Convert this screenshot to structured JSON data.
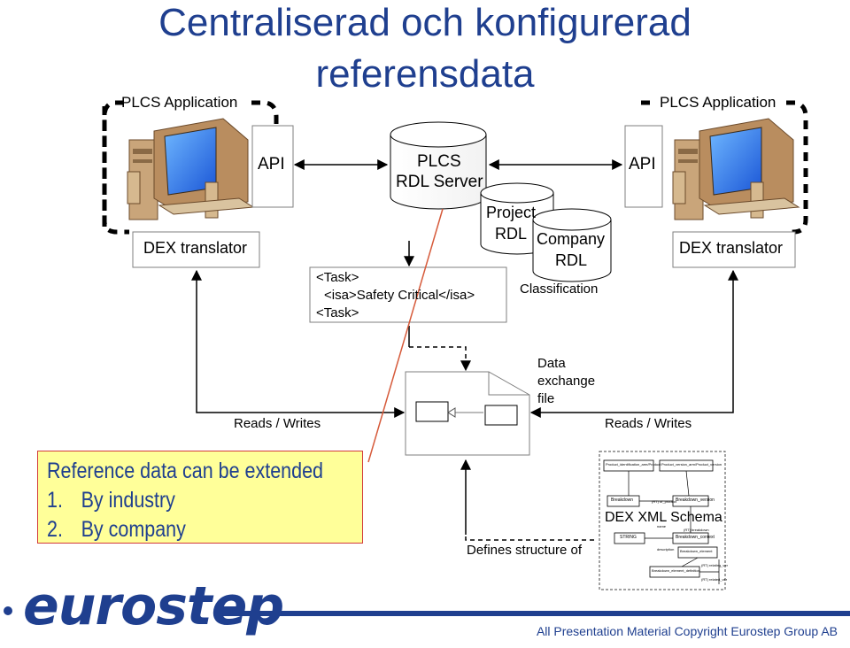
{
  "title": {
    "line1": "Centraliserad och konfigurerad",
    "line2": "referensdata"
  },
  "left_app": {
    "label": "PLCS Application",
    "api": "API",
    "translator": "DEX translator"
  },
  "right_app": {
    "label": "PLCS Application",
    "api": "API",
    "translator": "DEX translator"
  },
  "server": {
    "line1": "PLCS",
    "line2": "RDL Server"
  },
  "project_rdl": {
    "line1": "Project",
    "line2": "RDL"
  },
  "company_rdl": {
    "line1": "Company",
    "line2": "RDL"
  },
  "classification": "Classification",
  "task_box": {
    "line1": "<Task>",
    "line2": "<isa>Safety Critical</isa>",
    "line3": "<Task>"
  },
  "reads_writes_left": "Reads / Writes",
  "reads_writes_right": "Reads / Writes",
  "data_exchange_file": {
    "line1": "Data",
    "line2": "exchange",
    "line3": "file"
  },
  "schema": {
    "title": "DEX XML Schema",
    "nodes": [
      "Product_identification_arm/Product",
      "Product_version_arm/Product_version",
      "Breakdown",
      "Breakdown_version",
      "STRING",
      "Breakdown_context",
      "Breakdown_element",
      "Breakdown_element_definition"
    ],
    "small_labels": [
      "(RT) of_product",
      "name",
      "description",
      "(RT) breakdown",
      "(RT) relating_ver",
      "(RT) related_ver"
    ]
  },
  "defines_structure": "Defines structure of",
  "note": {
    "line1": "Reference data can be extended",
    "line2": "1.",
    "line2b": "By industry",
    "line3": "2.",
    "line3b": "By company"
  },
  "logo": "eurostep",
  "footer": "All Presentation Material Copyright Eurostep Group AB",
  "colors": {
    "title": "#1f3f8f",
    "note_bg": "#ffff99",
    "note_border": "#d23b3b",
    "logo": "#1f3f8f",
    "red_line": "#d65a3a"
  },
  "icons": [
    "computer-icon",
    "computer-icon",
    "database-cylinder-icon",
    "document-icon"
  ]
}
